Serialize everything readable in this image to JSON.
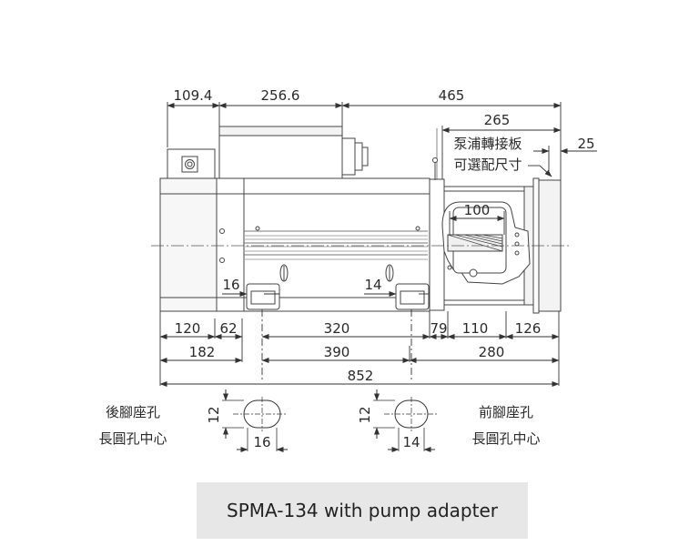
{
  "dimensions": {
    "top": {
      "a": "109.4",
      "b": "256.6",
      "c": "465",
      "d": "265",
      "e": "25"
    },
    "inner": {
      "pump_adapter": "100"
    },
    "slots": {
      "rear_width": "16",
      "front_width": "14"
    },
    "row1": [
      "120",
      "62",
      "320",
      "79",
      "110",
      "126"
    ],
    "row2": [
      "182",
      "390",
      "280"
    ],
    "overall": "852",
    "hole_detail": {
      "rear_height": "12",
      "rear_width": "16",
      "front_height": "12",
      "front_width": "14"
    }
  },
  "notes": {
    "pump_adapter_line1": "泵浦轉接板",
    "pump_adapter_line2": "可選配尺寸",
    "rear_hole_line1": "後腳座孔",
    "rear_hole_line2": "長圓孔中心",
    "front_hole_line1": "前腳座孔",
    "front_hole_line2": "長圓孔中心"
  },
  "caption": "SPMA-134 with pump adapter"
}
